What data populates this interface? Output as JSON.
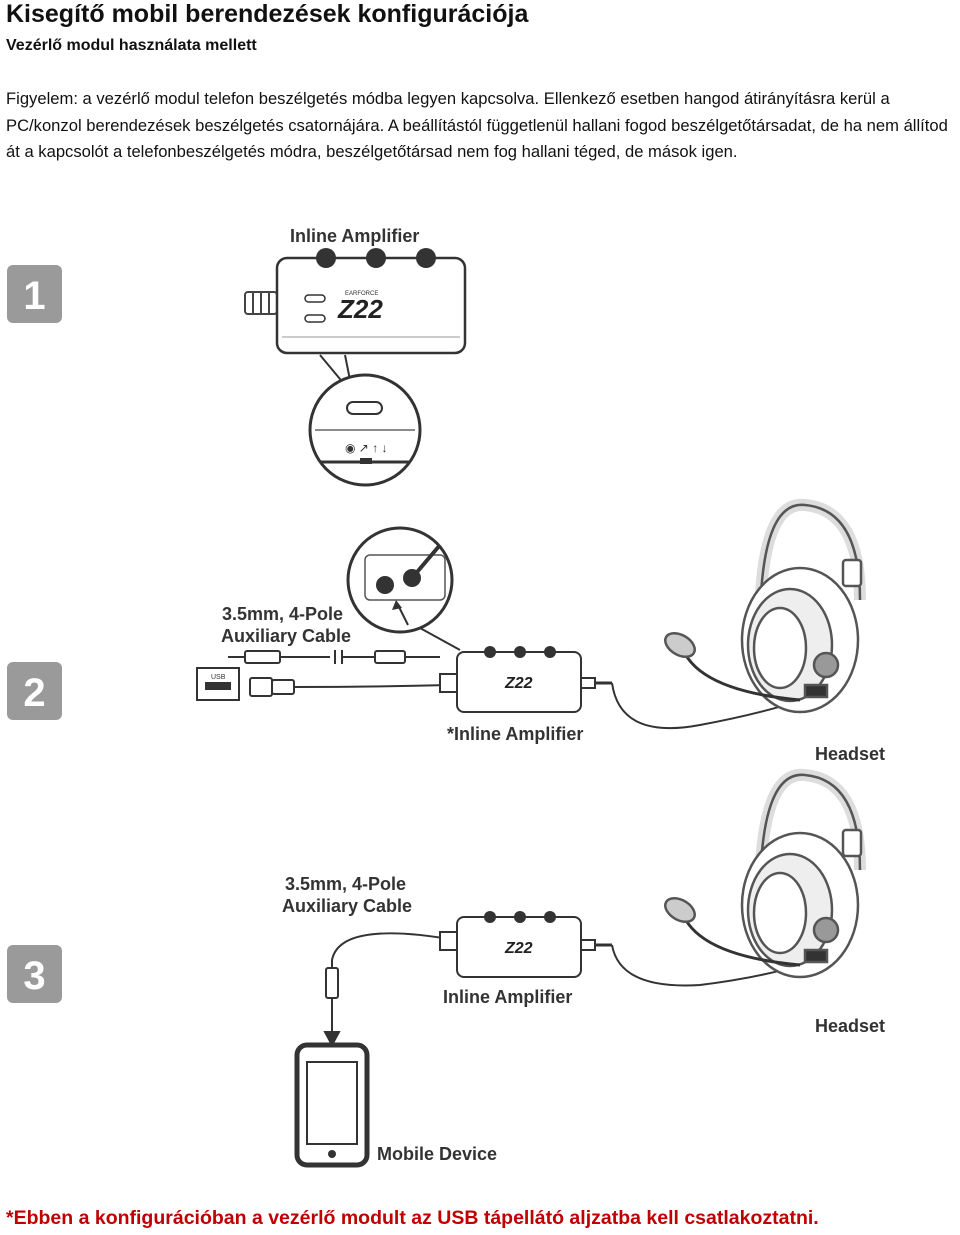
{
  "document": {
    "title": "Kisegítő mobil berendezések konfigurációja",
    "subtitle": "Vezérlő modul használata mellett",
    "paragraph": "Figyelem: a vezérlő modul telefon beszélgetés módba legyen kapcsolva. Ellenkező esetben hangod átirányításra kerül a PC/konzol berendezések beszélgetés csatornájára. A beállítástól függetlenül hallani fogod beszélgetőtársadat, de ha nem állítod át a kapcsolót a telefonbeszélgetés módra, beszélgetőtársad nem fog hallani téged, de mások igen.",
    "footnote": "*Ebben a konfigurációban a vezérlő modult az USB tápellátó aljzatba kell csatlakoztatni."
  },
  "figure": {
    "steps": [
      "1",
      "2",
      "3"
    ],
    "labels": {
      "inline_amplifier": "Inline Amplifier",
      "aux_cable_line1": "3.5mm, 4-Pole",
      "aux_cable_line2": "Auxiliary Cable",
      "inline_amplifier_star": "*Inline Amplifier",
      "headset": "Headset",
      "mobile_device": "Mobile Device",
      "usb": "USB",
      "earforce": "EARFORCE",
      "model": "Z22"
    }
  }
}
